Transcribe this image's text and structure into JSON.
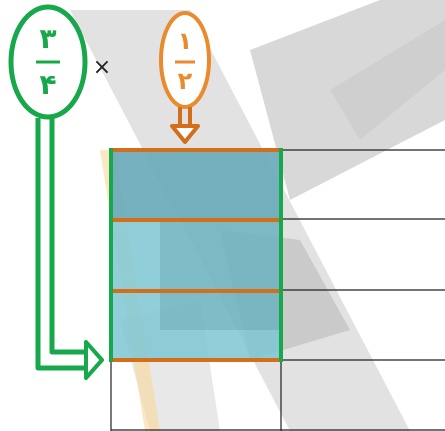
{
  "left_fraction": {
    "numerator": "۳",
    "denominator": "۴",
    "color": "#16a84a"
  },
  "operator": "×",
  "right_fraction": {
    "numerator": "۱",
    "denominator": "۲",
    "color": "#e98a2c"
  },
  "colors": {
    "shading": "#7cc7d3",
    "shading_dark": "#5f99a7",
    "orange_lines": "#d36f1b",
    "green_outline": "#16a84a",
    "grid_lines": "#222222",
    "watermark": "#d9d9d9",
    "watermark_yellow": "#f8d89b"
  },
  "grid": {
    "columns": 2,
    "rows": 4,
    "shaded_rows": 3,
    "shaded_columns": 1
  }
}
